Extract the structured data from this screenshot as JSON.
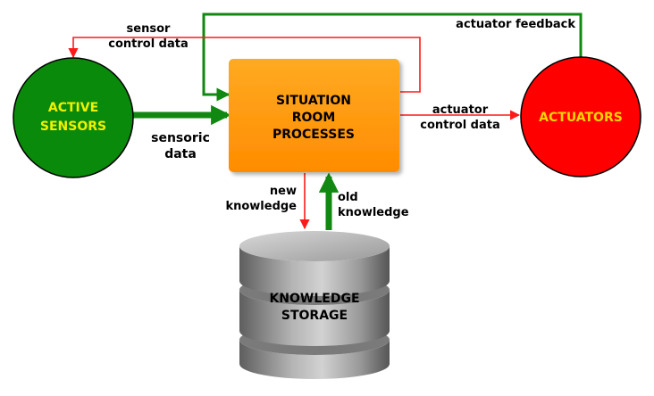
{
  "nodes": {
    "sensors": {
      "line1": "ACTIVE",
      "line2": "SENSORS"
    },
    "process": {
      "line1": "SITUATION",
      "line2": "ROOM",
      "line3": "PROCESSES"
    },
    "actuators": {
      "label": "ACTUATORS"
    },
    "storage": {
      "line1": "KNOWLEDGE",
      "line2": "STORAGE"
    }
  },
  "edges": {
    "sensor_control": {
      "line1": "sensor",
      "line2": "control data"
    },
    "actuator_feedback": {
      "label": "actuator feedback"
    },
    "sensoric": {
      "line1": "sensoric",
      "line2": "data"
    },
    "actuator_control": {
      "line1": "actuator",
      "line2": "control data"
    },
    "new_knowledge": {
      "line1": "new",
      "line2": "knowledge"
    },
    "old_knowledge": {
      "line1": "old",
      "line2": "knowledge"
    }
  },
  "colors": {
    "green_node": "#0a8a0a",
    "green_text": "#f0f000",
    "red_node": "#ff0000",
    "actuator_text": "#ffd400",
    "process_fill": "#ff9900",
    "arrow_red": "#ff1a1a",
    "arrow_green": "#118811"
  }
}
